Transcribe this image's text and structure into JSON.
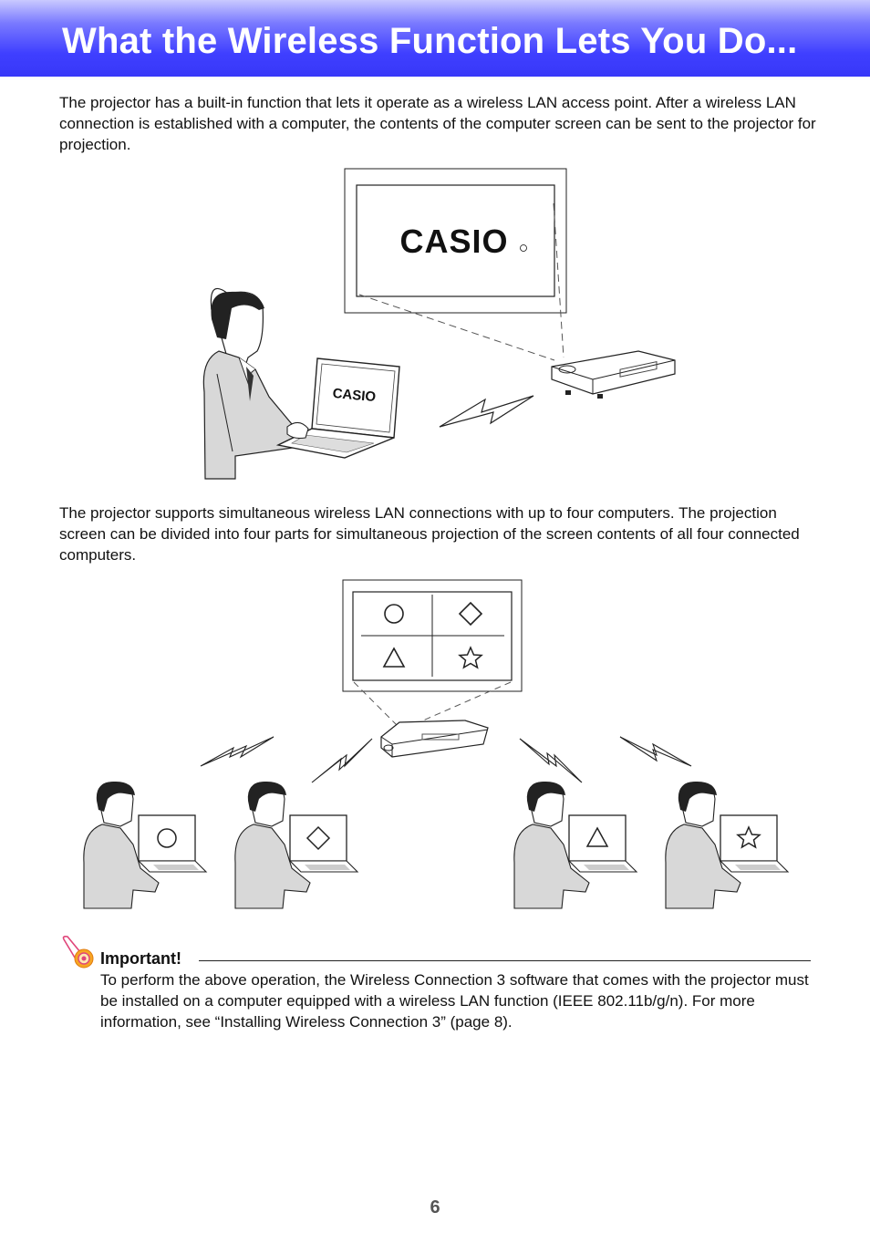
{
  "header": {
    "title": "What the Wireless Function Lets You Do..."
  },
  "intro_paragraph": "The projector has a built-in function that lets it operate as a wireless LAN access point. After a wireless LAN connection is established with a computer, the contents of the computer screen can be sent to the projector for projection.",
  "figure1": {
    "screen_logo": "CASIO",
    "laptop_logo": "CASIO"
  },
  "multi_paragraph": "The projector supports simultaneous wireless LAN connections with up to four computers. The projection screen can be divided into four parts for simultaneous projection of the screen contents of all four connected computers.",
  "figure2": {
    "quadrant_shapes": [
      "circle",
      "diamond",
      "triangle",
      "star"
    ]
  },
  "important": {
    "heading": "Important!",
    "icon": "important-icon",
    "body": "To perform the above operation, the Wireless Connection 3 software that comes with the projector must be installed on a computer equipped with a wireless LAN function (IEEE 802.11b/g/n). For more information, see “Installing Wireless Connection 3” (page 8)."
  },
  "page_number": "6"
}
